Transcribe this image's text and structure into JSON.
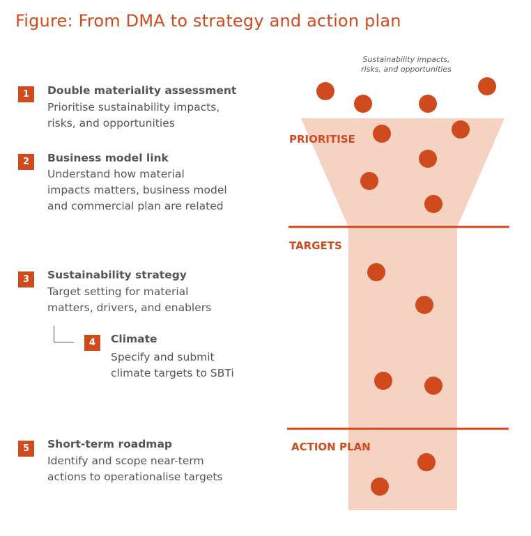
{
  "figure_title": "Figure: From DMA to strategy and action plan",
  "steps": [
    {
      "number": "1",
      "title": "Double materiality assessment",
      "description": "Prioritise sustainability impacts,\nrisks, and opportunities"
    },
    {
      "number": "2",
      "title": "Business model link",
      "description": "Understand how material\nimpacts matters, business model\nand commercial plan are related"
    },
    {
      "number": "3",
      "title": "Sustainability strategy",
      "description": "Target setting for material\nmatters, drivers, and enablers"
    },
    {
      "number": "4",
      "title": "Climate",
      "description": "Specify and submit\nclimate targets to SBTi"
    },
    {
      "number": "5",
      "title": "Short-term roadmap",
      "description": "Identify and scope near-term\nactions to operationalise targets"
    }
  ],
  "funnel": {
    "caption_line1": "Sustainability impacts,",
    "caption_line2": "risks, and opportunities",
    "stages": [
      "PRIORITISE",
      "TARGETS",
      "ACTION PLAN"
    ]
  },
  "colors": {
    "accent": "#cf4a1c",
    "funnel_fill": "#f6d2c3",
    "text": "#555555"
  }
}
